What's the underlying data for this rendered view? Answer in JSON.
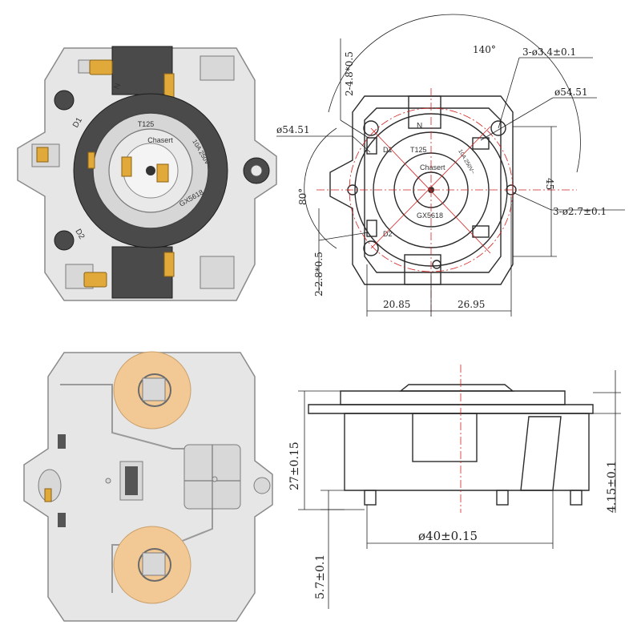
{
  "product": {
    "brand_text": "Chasert",
    "model_text": "GX5618",
    "rating_text": "10A 250V~",
    "temp_text": "T125",
    "pin_labels": [
      "D1",
      "D2",
      "N"
    ]
  },
  "top_view": {
    "angle_top": "140°",
    "angle_left": "80°",
    "holes_large": "3-ø3.4±0.1",
    "holes_small": "3-ø2.7±0.1",
    "diameter_right": "ø54.51",
    "diameter_left": "ø54.51",
    "height_right": "45",
    "slot_top": "2-4.8*0.5",
    "slot_bottom": "2-2.8*0.5",
    "width_left": "20.85",
    "width_right": "26.95"
  },
  "side_view": {
    "height_total": "27±0.15",
    "height_pin": "4.15±0.1",
    "diameter_base": "ø40±0.15",
    "height_bottom": "5.7±0.1"
  },
  "colors": {
    "dimension_red": "#d42020",
    "brass": "#e0a93a",
    "body_dark": "#4a4a4a"
  }
}
